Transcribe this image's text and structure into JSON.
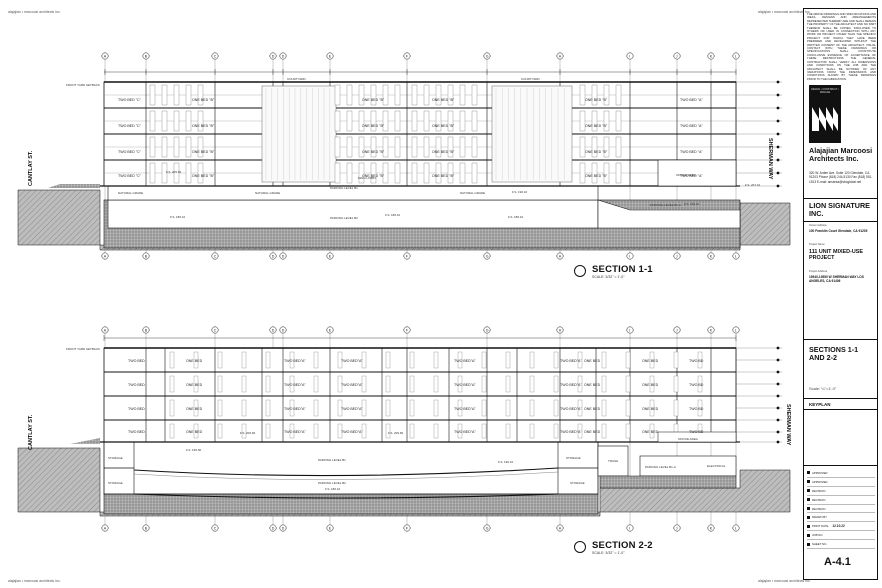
{
  "sheet": {
    "corner_text": "alajajian • marcoosi architects inc.",
    "sheet_number": "A-4.1"
  },
  "sections": [
    {
      "title": "SECTION 1-1",
      "scale": "SCALE: 3/32\" = 1'-0\"",
      "street_left": "CANTLAY ST.",
      "street_right": "SHERMAN WAY",
      "labels": {
        "courtyard_a": "COURTYARD",
        "courtyard_b": "COURTYARD",
        "main_lobby": "MAIN LOBBY",
        "office_area": "OFFICE AREA",
        "parking_b1": "PARKING LEVEL B1",
        "parking_b2": "PARKING LEVEL B2",
        "parking_b1_east": "PARKING LEVEL B1-A",
        "natural_grade_a": "NATURAL GRADE",
        "natural_grade_b": "NATURAL GRADE",
        "natural_grade_c": "NATURAL GRADE",
        "front_setback": "FRONT YARD SETBACK",
        "fs_209": "F.S. 209.60",
        "fs_196a": "F.S. 196.10",
        "fs_196b": "F.S. 196.10",
        "fs_186a": "F.S. 186.10",
        "fs_186b": "F.S. 186.10",
        "fs_186c": "F.S. 186.10",
        "fs_207": "F.S. 207.10"
      },
      "units": [
        "TWO BED \"C\"",
        "ONE BED \"B\"",
        "ONE BED \"B\"",
        "ONE BED \"B\"",
        "ONE BED \"B\"",
        "TWO BED \"A\""
      ]
    },
    {
      "title": "SECTION 2-2",
      "scale": "SCALE: 3/32\" = 1'-0\"",
      "street_left": "CANTLAY ST.",
      "street_right": "SHERMAN WAY",
      "labels": {
        "office_area": "OFFICE AREA",
        "parking_b1": "PARKING LEVEL B1",
        "parking_b2": "PARKING LEVEL B2",
        "parking_b1_east": "PARKING LEVEL B1-A",
        "electrical": "ELECTRICAL",
        "trash": "TRASH",
        "storage_a": "STORAGE",
        "storage_b": "STORAGE",
        "storage_c": "STORAGE",
        "storage_d": "STORAGE",
        "front_setback": "FRONT YARD SETBACK",
        "fs_196a": "F.S. 196.50",
        "fs_196b": "F.S. 196.10",
        "fs_186": "F.S. 186.10",
        "fs_209a": "F.S. 209.60",
        "fs_209b": "F.S. 209.60"
      },
      "units": [
        "TWO BED",
        "ONE BED",
        "TWO BED\"A\"",
        "TWO BED\"A\"",
        "TWO BED\"A\"",
        "TWO BED\"A\"",
        "ONE BED",
        "ONE BED",
        "TWO BD"
      ]
    }
  ],
  "grid_labels": [
    "A",
    "B",
    "C",
    "D",
    "D",
    "E",
    "F",
    "G",
    "H",
    "I",
    "J",
    "K",
    "L"
  ],
  "title_block": {
    "notes": "THE ABOVE DRAWINGS AND SPECIFICATIONS AND IDEAS, DESIGNS AND ARRANGEMENTS REPRESENTED THEREBY ARE AND SHALL REMAIN THE PROPERTY OF THE ARCHITECT AND NO PART THEREOF SHALL BE COPIED, DISCLOSED TO OTHERS OR USED IN CONNECTION WITH ANY WORK OR PROJECT OTHER THAN THE SPECIFIC PROJECT FOR WHICH THEY HAVE BEEN PREPARED AND DEVELOPED WITHOUT THE WRITTEN CONSENT OF THE ARCHITECT. VISUAL CONTACT WITH THESE DRAWINGS OR SPECIFICATIONS SHALL CONSTITUTE CONCLUSIVE EVIDENCE OF ACCEPTANCE OF THESE RESTRICTIONS. THE GENERAL CONTRACTOR SHALL VERIFY ALL DIMENSIONS AND CONDITIONS ON THE JOB AND THE ARCHITECT SHALL BE NOTIFIED OF ANY VARIATIONS FROM THE DIMENSIONS AND CONDITIONS SHOWN BY THESE DRAWINGS PRIOR TO THE FABRICATION.",
    "logo_tagline": "DESIGN • CONSTRUCT • MANAGE",
    "architect": "Alajajian Marcoosi Architects Inc.",
    "address": "320 W. Arden Ave.    Suite 120 Glendale, CA 91203 Phone (818) 244-5130 Fax      (818) 551-1513 E-mail: amaesa@sbcglobal.net",
    "owner": "LION SIGNATURE INC.",
    "owner_caption": "Owner Address",
    "owner_address": "100 Franklin Court Glendale, CA 91205",
    "project_caption": "Project Name",
    "project_name": "111 UNIT MIXED-USE PROJECT",
    "project_addr_caption": "Project Address",
    "project_address": "19540-19550 W SHERMAN WAY LOS ANGELES, CA 91406",
    "sheet_title": "SECTIONS 1-1 AND 2-2",
    "scale_note": "Scale: ¼\"=1'-0\"",
    "keyplan": "KEYPLAN",
    "revisions": [
      {
        "label": "APPROVED",
        "value": ""
      },
      {
        "label": "APPROVED",
        "value": ""
      },
      {
        "label": "REVISION",
        "value": ""
      },
      {
        "label": "REVISION",
        "value": ""
      },
      {
        "label": "REVISION",
        "value": ""
      },
      {
        "label": "DRAWN BY",
        "value": ""
      },
      {
        "label": "PRINT DATE",
        "value": "12.10.22"
      },
      {
        "label": "JOB NO.",
        "value": ""
      },
      {
        "label": "SHEET NO.",
        "value": ""
      }
    ]
  }
}
